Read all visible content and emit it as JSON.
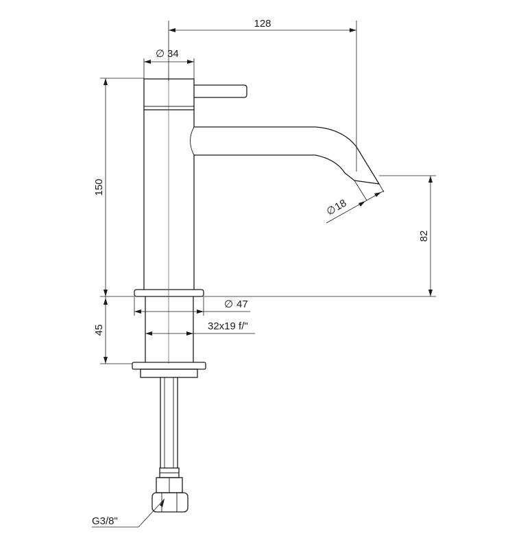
{
  "dimensions": {
    "spout_reach": "128",
    "body_diameter": "34",
    "body_height": "150",
    "spout_outlet_diameter": "18",
    "spout_outlet_height": "82",
    "base_diameter": "47",
    "fixing_thread": "32x19 f/\"",
    "shank_height": "45",
    "connection_thread": "G3/8\""
  },
  "symbols": {
    "diameter": "∅"
  }
}
